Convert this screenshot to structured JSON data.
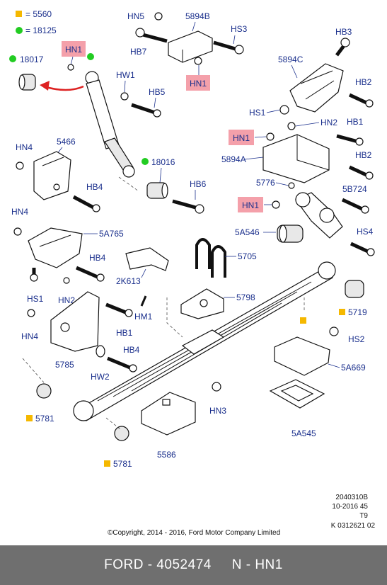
{
  "legend": [
    {
      "text": "= 5560",
      "color": "#f5b800"
    },
    {
      "text": "= 18125",
      "color": "#22cc22"
    }
  ],
  "labels": {
    "hn5": "HN5",
    "p5894b": "5894B",
    "hs3": "HS3",
    "hb7": "HB7",
    "hn1_top": "HN1",
    "hn1_left": "HN1",
    "p18017": "18017",
    "hw1": "HW1",
    "hb5": "HB5",
    "hb3": "HB3",
    "p5894c": "5894C",
    "hb2_a": "HB2",
    "hs1_r": "HS1",
    "hn2_r": "HN2",
    "hb1_r": "HB1",
    "hn1_mid": "HN1",
    "p5894a": "5894A",
    "hb2_b": "HB2",
    "hn4_a": "HN4",
    "p5466": "5466",
    "p18016": "18016",
    "hb4_a": "HB4",
    "hb6": "HB6",
    "p5776": "5776",
    "p5b724": "5B724",
    "hn1_low": "HN1",
    "hn4_b": "HN4",
    "p5a765": "5A765",
    "p5a546": "5A546",
    "hs4": "HS4",
    "p5705": "5705",
    "hb4_b": "HB4",
    "p2k613": "2K613",
    "hs1_l": "HS1",
    "hn2_l": "HN2",
    "p5798": "5798",
    "hm1": "HM1",
    "p5719": "5719",
    "hn4_c": "HN4",
    "hb1_l": "HB1",
    "hs2": "HS2",
    "hb4_c": "HB4",
    "p5785": "5785",
    "hw2": "HW2",
    "p5a669": "5A669",
    "hn3": "HN3",
    "p5781_a": "5781",
    "p5586": "5586",
    "p5a545": "5A545",
    "p5781_b": "5781"
  },
  "meta": {
    "line1": "2040310B",
    "line2": "10-2016 45",
    "line3": "T9",
    "line4": "K 0312621 02",
    "copyright": "©Copyright, 2014 - 2016, Ford Motor Company Limited"
  },
  "footer": {
    "brand": "FORD",
    "separator": " - ",
    "part_number": "4052474",
    "suffix": "N - HN1"
  },
  "colors": {
    "label": "#1a2f8c",
    "highlight": "#f4a0aa",
    "yellow_mark": "#f5b800",
    "green_mark": "#22cc22",
    "arrow": "#dd2222",
    "footer_bg": "#6f6f6f"
  }
}
